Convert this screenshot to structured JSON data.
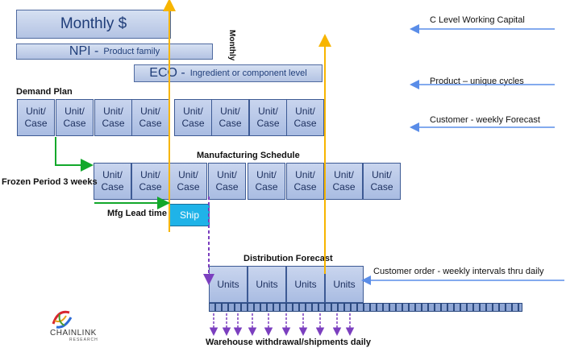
{
  "bands": {
    "monthly_dollar": "Monthly $",
    "npi": {
      "main": "NPI -",
      "sub": "Product family"
    },
    "eco": {
      "main": "ECO -",
      "sub": "Ingredient or component level"
    }
  },
  "vertical_monthly": "Monthly",
  "headings": {
    "demand_plan": "Demand Plan",
    "manufacturing_schedule": "Manufacturing Schedule",
    "distribution_forecast": "Distribution Forecast",
    "frozen_period": "Frozen Period 3 weeks",
    "mfg_lead_time": "Mfg Lead time",
    "warehouse": "Warehouse withdrawal/shipments daily"
  },
  "cell_label": {
    "line1": "Unit/",
    "line2": "Case"
  },
  "units_label": "Units",
  "ship_label": "Ship",
  "right_labels": [
    "C Level Working Capital",
    "Product – unique cycles",
    "Customer - weekly Forecast",
    "Customer order - weekly intervals thru daily"
  ],
  "logo": {
    "text": "CHAINLINK",
    "subtext": "RESEARCH"
  },
  "colors": {
    "cell_fill": "#b3c3e3",
    "cell_border": "#3d5a94",
    "ship_fill": "#1fb3e8",
    "orange_arrow": "#f7b500",
    "green_arrow": "#12a82b",
    "purple_arrow": "#7b3fbf",
    "blue_arrow": "#5a8de8"
  }
}
